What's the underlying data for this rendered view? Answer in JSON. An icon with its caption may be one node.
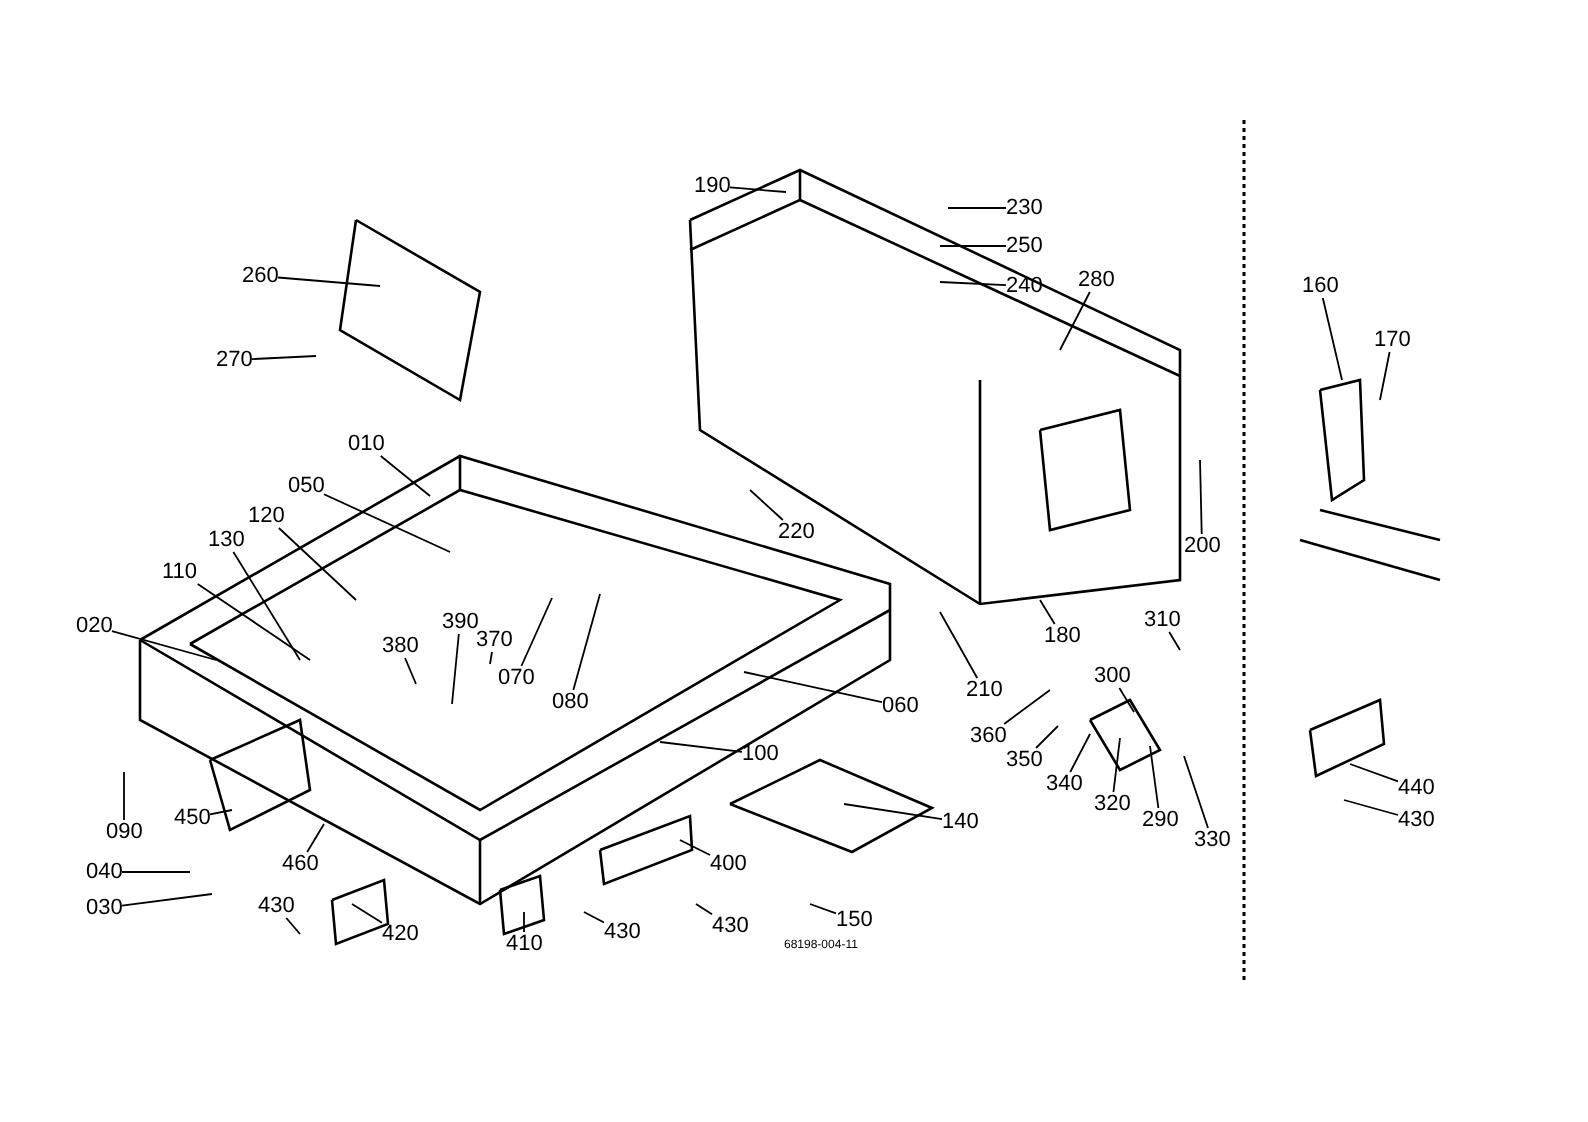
{
  "diagram": {
    "nodes": [
      {
        "text": [
          "260"
        ]
      },
      {
        "text": [
          "270"
        ]
      },
      {
        "text": [
          "010"
        ]
      },
      {
        "text": [
          "050"
        ]
      },
      {
        "text": [
          "120"
        ]
      },
      {
        "text": [
          "130"
        ]
      },
      {
        "text": [
          "110"
        ]
      },
      {
        "text": [
          "020"
        ]
      },
      {
        "text": [
          "390"
        ]
      },
      {
        "text": [
          "380"
        ]
      },
      {
        "text": [
          "370"
        ]
      },
      {
        "text": [
          "070"
        ]
      },
      {
        "text": [
          "080"
        ]
      },
      {
        "text": [
          "090"
        ]
      },
      {
        "text": [
          "450"
        ]
      },
      {
        "text": [
          "460"
        ]
      },
      {
        "text": [
          "040"
        ]
      },
      {
        "text": [
          "030"
        ]
      },
      {
        "text": [
          "430"
        ]
      },
      {
        "text": [
          "420"
        ]
      },
      {
        "text": [
          "410"
        ]
      },
      {
        "text": [
          "430"
        ]
      },
      {
        "text": [
          "400"
        ]
      },
      {
        "text": [
          "430"
        ]
      },
      {
        "text": [
          "150"
        ]
      },
      {
        "text": [
          "140"
        ]
      },
      {
        "text": [
          "100"
        ]
      },
      {
        "text": [
          "060"
        ]
      },
      {
        "text": [
          "190"
        ]
      },
      {
        "text": [
          "230"
        ]
      },
      {
        "text": [
          "250"
        ]
      },
      {
        "text": [
          "240"
        ]
      },
      {
        "text": [
          "280"
        ]
      },
      {
        "text": [
          "220"
        ]
      },
      {
        "text": [
          "200"
        ]
      },
      {
        "text": [
          "180"
        ]
      },
      {
        "text": [
          "210"
        ]
      },
      {
        "text": [
          "310"
        ]
      },
      {
        "text": [
          "300"
        ]
      },
      {
        "text": [
          "360"
        ]
      },
      {
        "text": [
          "350"
        ]
      },
      {
        "text": [
          "340"
        ]
      },
      {
        "text": [
          "320"
        ]
      },
      {
        "text": [
          "290"
        ]
      },
      {
        "text": [
          "330"
        ]
      },
      {
        "text": [
          "160"
        ]
      },
      {
        "text": [
          "170"
        ]
      },
      {
        "text": [
          "440"
        ]
      },
      {
        "text": [
          "430"
        ]
      }
    ],
    "edges": [
      {
        "from": 0,
        "to": null,
        "arrow": "none"
      },
      {
        "from": 1,
        "to": null,
        "arrow": "none"
      },
      {
        "from": 2,
        "to": null,
        "arrow": "none"
      },
      {
        "from": 3,
        "to": null,
        "arrow": "none"
      },
      {
        "from": 4,
        "to": null,
        "arrow": "none"
      },
      {
        "from": 5,
        "to": null,
        "arrow": "none"
      },
      {
        "from": 6,
        "to": null,
        "arrow": "none"
      },
      {
        "from": 7,
        "to": null,
        "arrow": "none"
      },
      {
        "from": 8,
        "to": null,
        "arrow": "none"
      },
      {
        "from": 9,
        "to": null,
        "arrow": "none"
      },
      {
        "from": 10,
        "to": null,
        "arrow": "none"
      },
      {
        "from": 11,
        "to": null,
        "arrow": "none"
      },
      {
        "from": 12,
        "to": null,
        "arrow": "none"
      },
      {
        "from": 13,
        "to": null,
        "arrow": "none"
      },
      {
        "from": 14,
        "to": null,
        "arrow": "none"
      },
      {
        "from": 15,
        "to": null,
        "arrow": "none"
      },
      {
        "from": 16,
        "to": null,
        "arrow": "none"
      },
      {
        "from": 17,
        "to": null,
        "arrow": "none"
      },
      {
        "from": 18,
        "to": null,
        "arrow": "none"
      },
      {
        "from": 19,
        "to": null,
        "arrow": "none"
      },
      {
        "from": 20,
        "to": null,
        "arrow": "none"
      },
      {
        "from": 21,
        "to": null,
        "arrow": "none"
      },
      {
        "from": 22,
        "to": null,
        "arrow": "none"
      },
      {
        "from": 23,
        "to": null,
        "arrow": "none"
      },
      {
        "from": 24,
        "to": null,
        "arrow": "none"
      },
      {
        "from": 25,
        "to": null,
        "arrow": "none"
      },
      {
        "from": 26,
        "to": null,
        "arrow": "none"
      },
      {
        "from": 27,
        "to": null,
        "arrow": "none"
      },
      {
        "from": 28,
        "to": null,
        "arrow": "none"
      },
      {
        "from": 29,
        "to": null,
        "arrow": "none"
      },
      {
        "from": 30,
        "to": null,
        "arrow": "none"
      },
      {
        "from": 31,
        "to": null,
        "arrow": "none"
      },
      {
        "from": 32,
        "to": null,
        "arrow": "none"
      },
      {
        "from": 33,
        "to": null,
        "arrow": "none"
      },
      {
        "from": 34,
        "to": null,
        "arrow": "none"
      },
      {
        "from": 35,
        "to": null,
        "arrow": "none"
      },
      {
        "from": 36,
        "to": null,
        "arrow": "none"
      },
      {
        "from": 37,
        "to": null,
        "arrow": "none"
      },
      {
        "from": 38,
        "to": null,
        "arrow": "none"
      },
      {
        "from": 39,
        "to": null,
        "arrow": "none"
      },
      {
        "from": 40,
        "to": null,
        "arrow": "none"
      },
      {
        "from": 41,
        "to": null,
        "arrow": "none"
      },
      {
        "from": 42,
        "to": null,
        "arrow": "none"
      },
      {
        "from": 43,
        "to": null,
        "arrow": "none"
      },
      {
        "from": 44,
        "to": null,
        "arrow": "none"
      },
      {
        "from": 45,
        "to": null,
        "arrow": "none"
      },
      {
        "from": 46,
        "to": null,
        "arrow": "none"
      },
      {
        "from": 47,
        "to": null,
        "arrow": "none"
      },
      {
        "from": 48,
        "to": null,
        "arrow": "none"
      }
    ],
    "labels": [
      "68198-004-11"
    ]
  }
}
